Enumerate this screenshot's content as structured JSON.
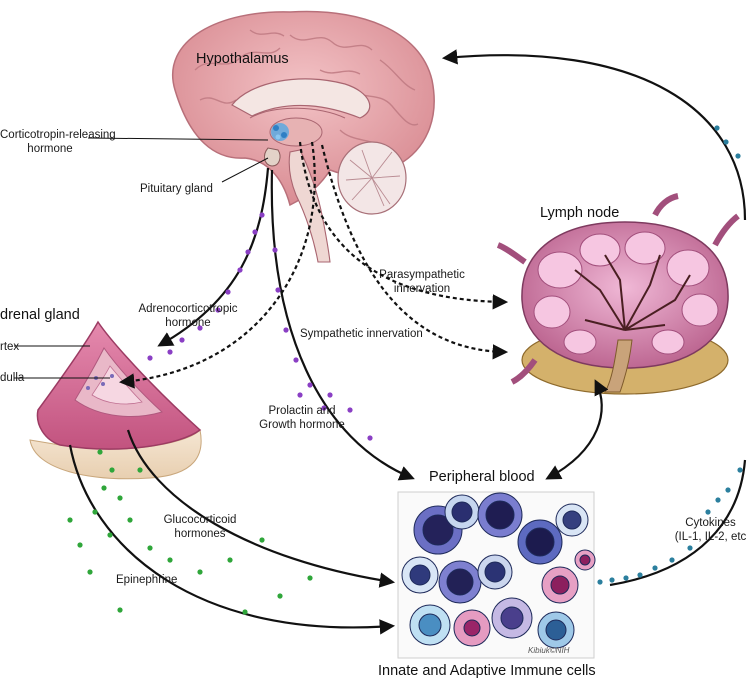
{
  "labels": {
    "hypothalamus": "Hypothalamus",
    "crh_line1": "Corticotropin-releasing",
    "crh_line2": "hormone",
    "pituitary": "Pituitary gland",
    "lymph_node": "Lymph node",
    "parasymp_line1": "Parasympathetic",
    "parasymp_line2": "innervation",
    "symp": "Sympathetic innervation",
    "adrenal_gland": "drenal gland",
    "acth_line1": "Adrenocorticotropic",
    "acth_line2": "hormone",
    "cortex": "rtex",
    "medulla": "dulla",
    "prolactin_line1": "Prolactin and",
    "prolactin_line2": "Growth hormone",
    "peripheral_blood": "Peripheral blood",
    "gluco_line1": "Glucocorticoid",
    "gluco_line2": "hormones",
    "epinephrine": "Epinephrine",
    "cytokines_line1": "Cytokines",
    "cytokines_line2": "(IL-1, IL-2, etc",
    "immune_cells": "Innate and Adaptive Immune cells",
    "signature": "Kibiuk©NIH"
  },
  "colors": {
    "brain": "#e9a9ae",
    "brain_dark": "#c9787f",
    "adrenal": "#d9779c",
    "lymph": "#e08bb8",
    "arrow": "#111111",
    "purple_dots": "#8a3fc4",
    "green_dots": "#2fa63a",
    "teal_dots": "#2b7f9e"
  }
}
